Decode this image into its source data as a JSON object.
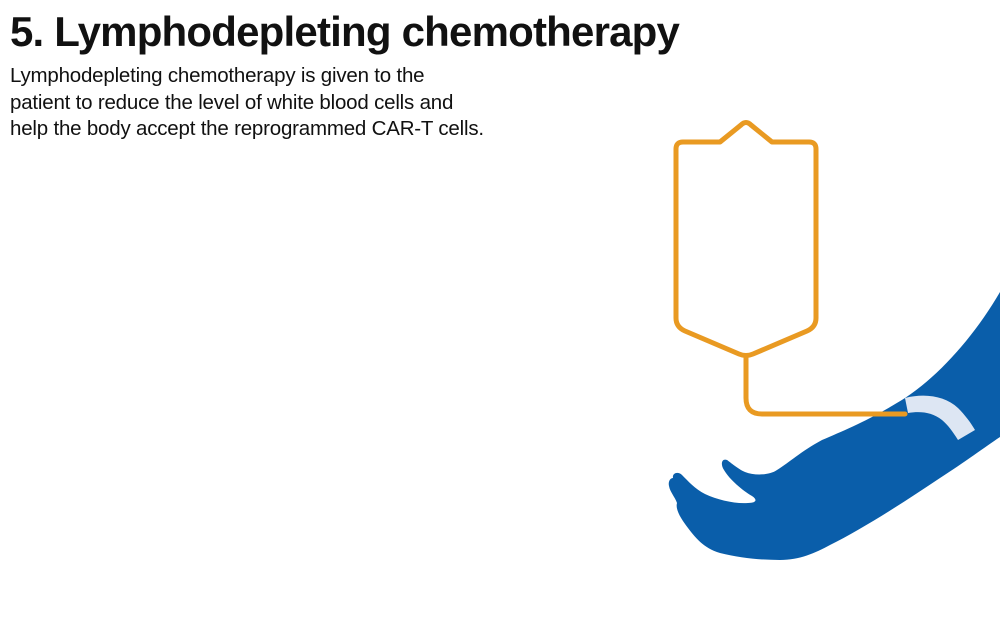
{
  "header": {
    "title": "5. Lymphodepleting chemotherapy"
  },
  "description": {
    "lines": [
      "Lymphodepleting chemotherapy is given to the",
      "patient to reduce the level of white blood cells and",
      "help the body accept the reprogrammed CAR-T cells."
    ]
  },
  "illustration": {
    "elements": [
      "iv-bag-icon",
      "iv-tube",
      "arm-with-tape"
    ],
    "colors": {
      "iv_bag": "#E99A22",
      "arm": "#0A5EAA",
      "tape": "#DDE6F3",
      "background": "#FFFFFF",
      "text": "#111111"
    }
  }
}
